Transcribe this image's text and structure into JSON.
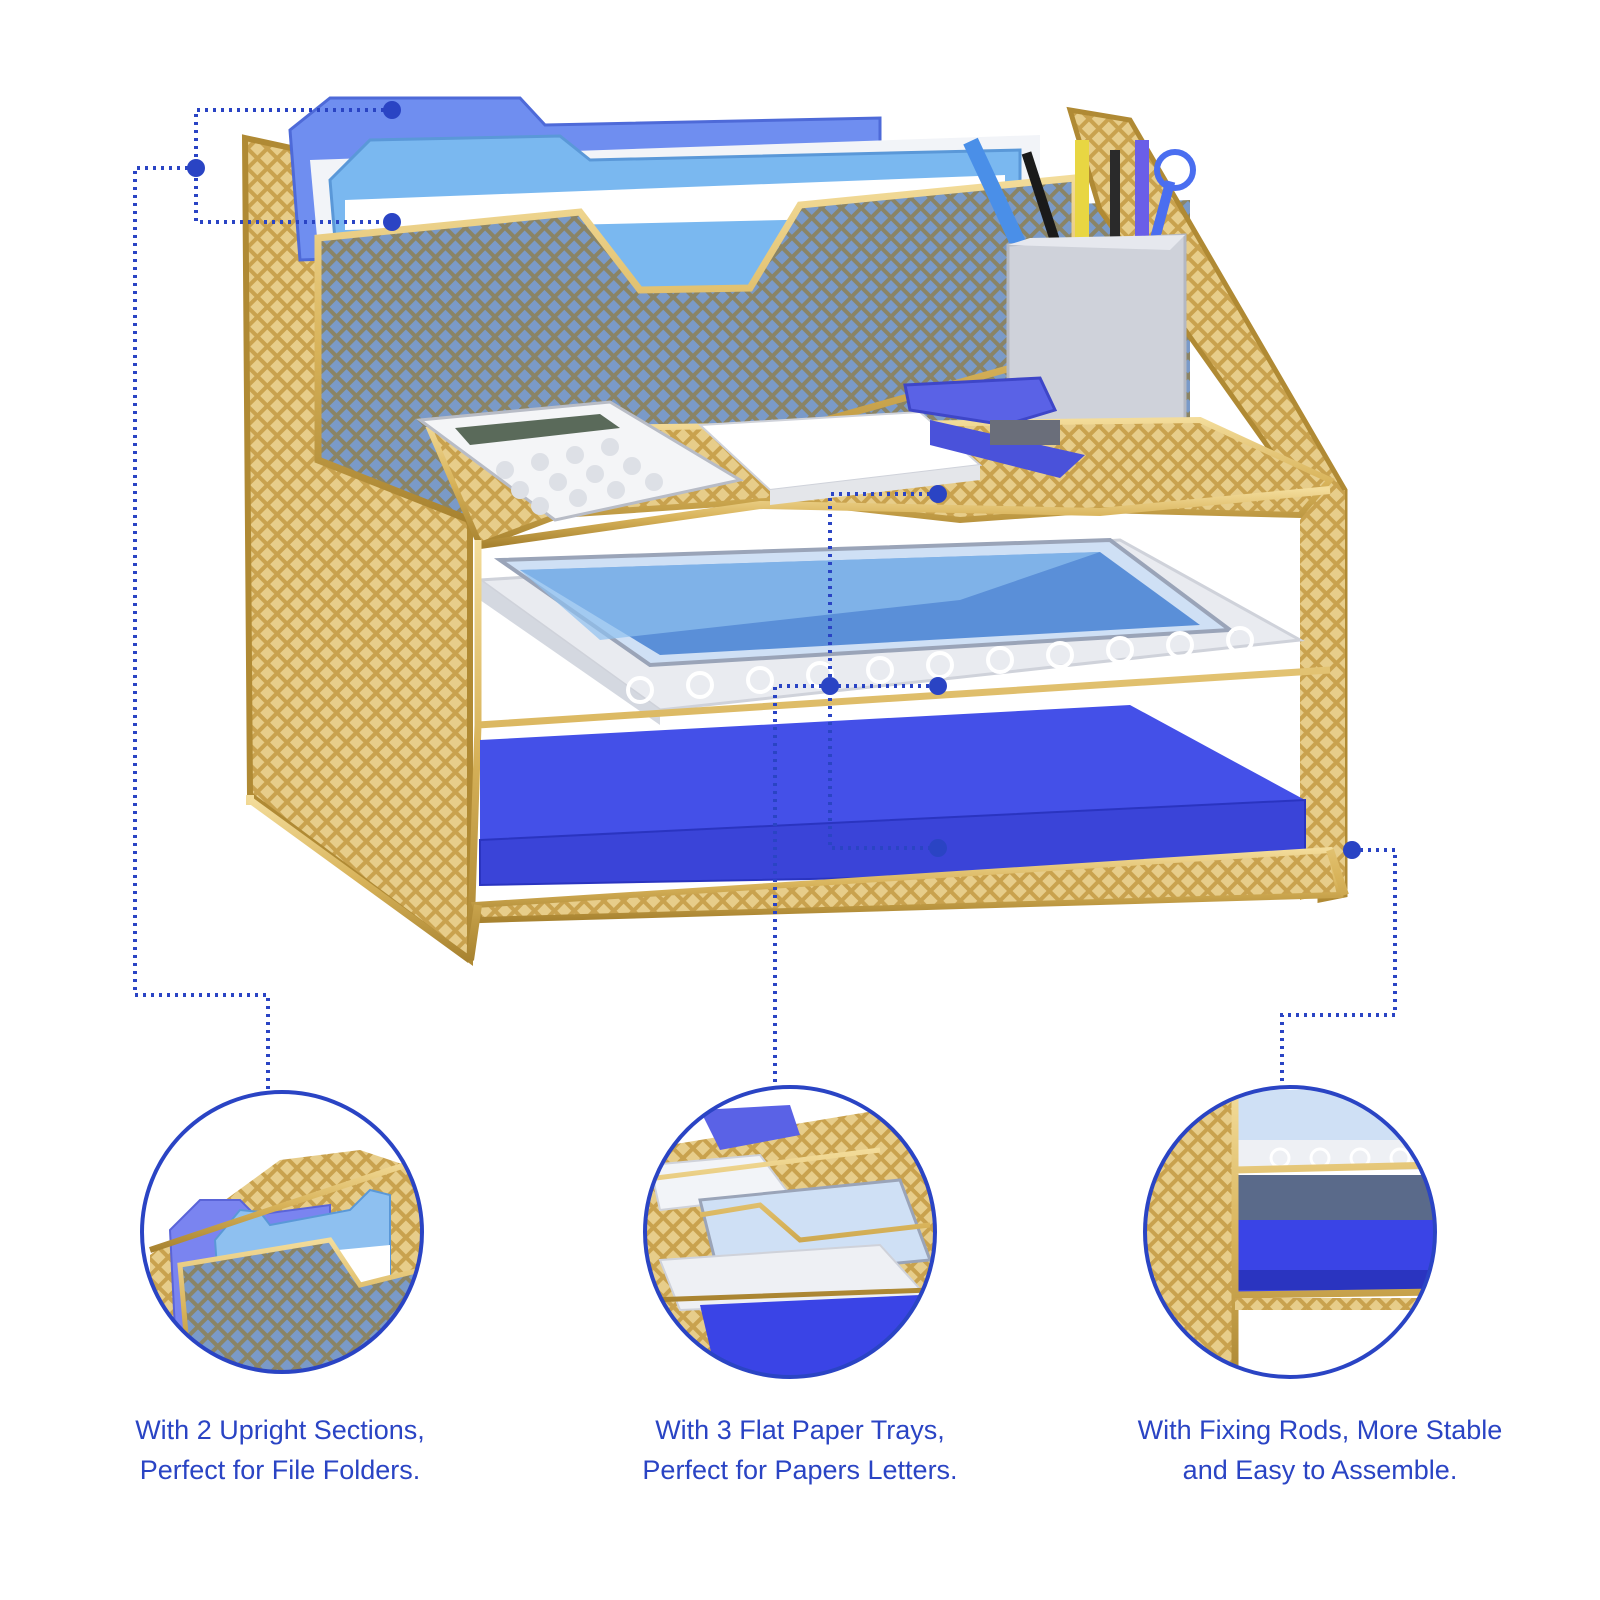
{
  "colors": {
    "accent": "#2a44c4",
    "gold": "#d8b35a",
    "gold_dark": "#b08a34",
    "folder_blue": "#6f8ef0",
    "paper_blue": "#3a44e6",
    "sky_folder": "#7ab8f0",
    "holder_gray": "#cfd2da"
  },
  "features": [
    {
      "line1": "With 2 Upright Sections,",
      "line2": "Perfect for File Folders."
    },
    {
      "line1": "With 3 Flat Paper Trays,",
      "line2": "Perfect for Papers Letters."
    },
    {
      "line1": "With Fixing Rods, More Stable",
      "line2": "and Easy to Assemble."
    }
  ]
}
